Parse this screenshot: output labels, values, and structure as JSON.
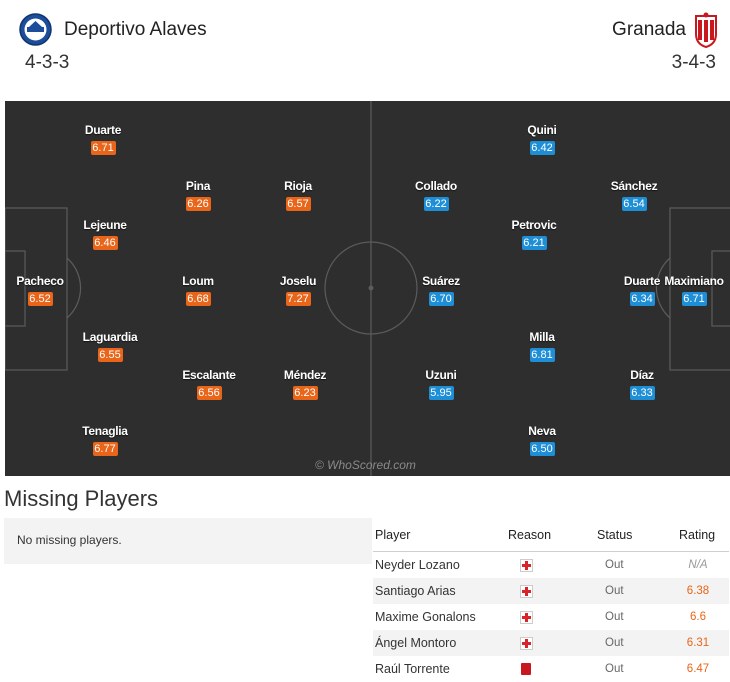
{
  "home": {
    "name": "Deportivo Alaves",
    "formation": "4-3-3",
    "players": [
      {
        "name": "Duarte",
        "rating": "6.71"
      },
      {
        "name": "Pina",
        "rating": "6.26"
      },
      {
        "name": "Rioja",
        "rating": "6.57"
      },
      {
        "name": "Lejeune",
        "rating": "6.46"
      },
      {
        "name": "Pacheco",
        "rating": "6.52"
      },
      {
        "name": "Loum",
        "rating": "6.68"
      },
      {
        "name": "Joselu",
        "rating": "7.27"
      },
      {
        "name": "Laguardia",
        "rating": "6.55"
      },
      {
        "name": "Escalante",
        "rating": "6.56"
      },
      {
        "name": "Méndez",
        "rating": "6.23"
      },
      {
        "name": "Tenaglia",
        "rating": "6.77"
      }
    ]
  },
  "away": {
    "name": "Granada",
    "formation": "3-4-3",
    "players": [
      {
        "name": "Quini",
        "rating": "6.42"
      },
      {
        "name": "Collado",
        "rating": "6.22"
      },
      {
        "name": "Sánchez",
        "rating": "6.54"
      },
      {
        "name": "Petrovic",
        "rating": "6.21"
      },
      {
        "name": "Suárez",
        "rating": "6.70"
      },
      {
        "name": "Duarte",
        "rating": "6.34"
      },
      {
        "name": "Maximiano",
        "rating": "6.71"
      },
      {
        "name": "Milla",
        "rating": "6.81"
      },
      {
        "name": "Uzuni",
        "rating": "5.95"
      },
      {
        "name": "Díaz",
        "rating": "6.33"
      },
      {
        "name": "Neva",
        "rating": "6.50"
      }
    ]
  },
  "watermark": "© WhoScored.com",
  "missing": {
    "title": "Missing Players",
    "home_text": "No missing players.",
    "headers": {
      "player": "Player",
      "reason": "Reason",
      "status": "Status",
      "rating": "Rating"
    },
    "rows": [
      {
        "player": "Neyder Lozano",
        "reason_icon": "injury-cross-icon",
        "status": "Out",
        "rating": "N/A"
      },
      {
        "player": "Santiago Arias",
        "reason_icon": "injury-cross-icon",
        "status": "Out",
        "rating": "6.38"
      },
      {
        "player": "Maxime Gonalons",
        "reason_icon": "injury-cross-icon",
        "status": "Out",
        "rating": "6.6"
      },
      {
        "player": "Ángel Montoro",
        "reason_icon": "injury-cross-icon",
        "status": "Out",
        "rating": "6.31"
      },
      {
        "player": "Raúl Torrente",
        "reason_icon": "red-card-icon",
        "status": "Out",
        "rating": "6.47"
      }
    ]
  },
  "colors": {
    "home_rating": "#e8651a",
    "away_rating": "#1e8fd6",
    "pitch": "#2e2e2e",
    "injury": "#d8232a",
    "red_card": "#c8171f"
  }
}
